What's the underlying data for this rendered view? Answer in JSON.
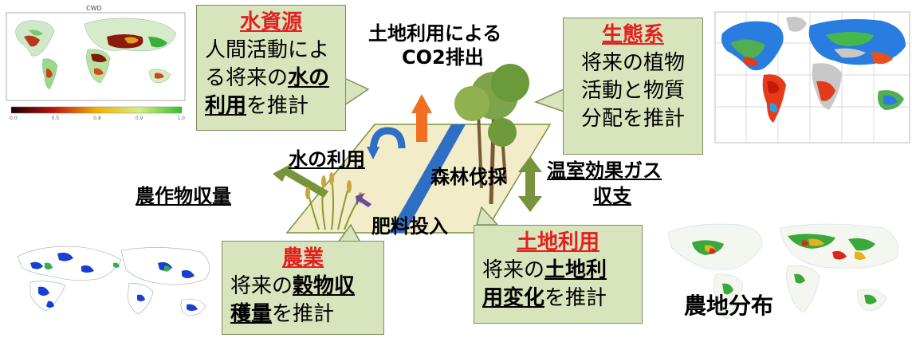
{
  "map_topleft": {
    "title": "CWD",
    "scale_ticks": [
      "0.0",
      "0.5",
      "0.8",
      "0.9",
      "1.0"
    ]
  },
  "water": {
    "title": "水資源",
    "line1": "人間活動によ",
    "line2": "る将来の",
    "line2_u": "水の",
    "line3_u": "利用",
    "line3": "を推計"
  },
  "ecosystem": {
    "title": "生態系",
    "line1": "将来の植物",
    "line2": "活動と物質",
    "line3": "分配を推計"
  },
  "agriculture": {
    "title": "農業",
    "line1": "将来の",
    "line1_u": "穀物収",
    "line2_u": "穫量",
    "line2": "を推計"
  },
  "landuse": {
    "title": "土地利用",
    "line1": "将来の",
    "line1_u": "土地利",
    "line2_u": "用変化",
    "line2": "を推計"
  },
  "labels": {
    "co2_line1": "土地利用による",
    "co2_line2": "CO2排出",
    "water_use": "水の利用",
    "crop_yield": "農作物収量",
    "deforestation": "森林伐採",
    "ghg_line1": "温室効果ガス",
    "ghg_line2": "収支",
    "fertilizer": "肥料投入",
    "cropland": "農地分布"
  },
  "colors": {
    "callout_fill": "#d8e4bc",
    "title_red": "#e32020",
    "land": "#f2ecc8",
    "arrow_green": "#77933c",
    "arrow_orange": "#f26f21",
    "river": "#2e6fc4"
  }
}
